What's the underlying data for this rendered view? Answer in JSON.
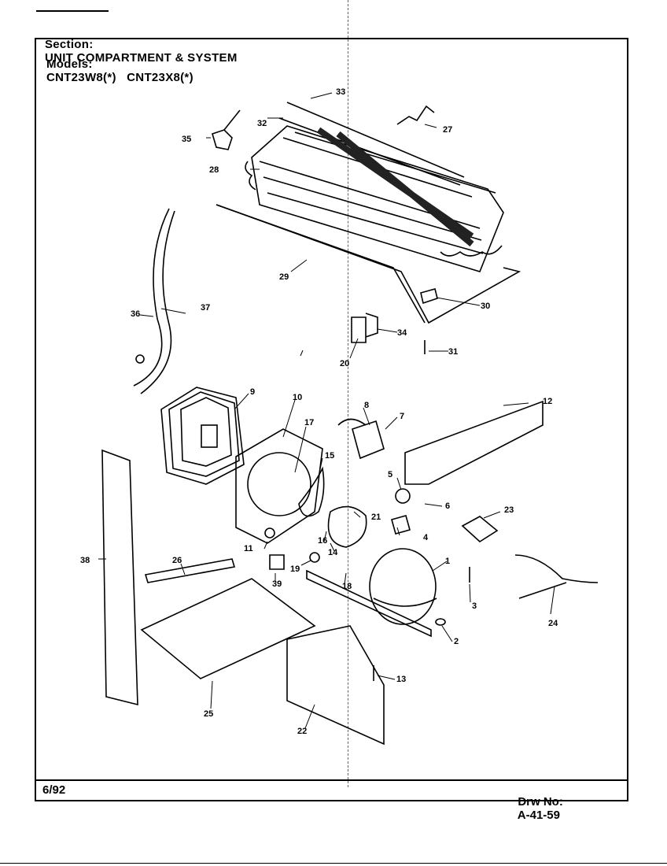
{
  "section": {
    "label": "Section:",
    "value": "UNIT COMPARTMENT & SYSTEM"
  },
  "models": {
    "label": "Models:",
    "value": "CNT23W8(*)   CNT23X8(*)"
  },
  "footer": {
    "date": "6/92",
    "drawing_label": "Drw No:",
    "drawing_number": "A-41-59"
  },
  "part_labels": [
    "1",
    "2",
    "3",
    "4",
    "5",
    "6",
    "7",
    "8",
    "9",
    "10",
    "11",
    "12",
    "13",
    "14",
    "15",
    "16",
    "17",
    "18",
    "19",
    "20",
    "21",
    "22",
    "23",
    "24",
    "25",
    "26",
    "27",
    "28",
    "29",
    "30",
    "31",
    "32",
    "33",
    "34",
    "35",
    "36",
    "37",
    "38",
    "39"
  ]
}
